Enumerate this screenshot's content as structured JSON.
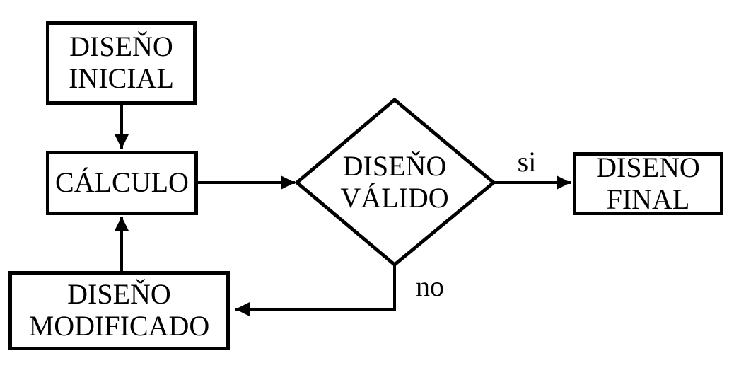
{
  "flowchart": {
    "nodes": {
      "inicial": {
        "label": "DISEŇO\nINICIAL",
        "type": "process"
      },
      "calculo": {
        "label": "CÁLCULO",
        "type": "process"
      },
      "valido": {
        "label": "DISEŇO\nVÁLIDO",
        "type": "decision"
      },
      "final": {
        "label": "DISEŇO\nFINAL",
        "type": "process"
      },
      "modificado": {
        "label": "DISEŇO\nMODIFICADO",
        "type": "process"
      }
    },
    "edge_labels": {
      "yes": "si",
      "no": "no"
    },
    "colors": {
      "line": "#000000",
      "text": "#000000",
      "background": "#ffffff"
    }
  }
}
